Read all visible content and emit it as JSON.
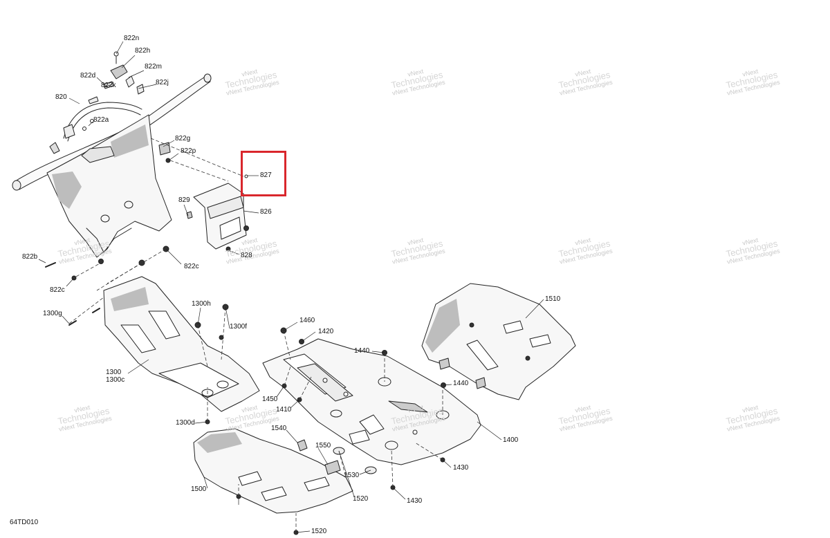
{
  "diagram": {
    "drawing_code": "64TD010",
    "highlighted_part": "827",
    "watermark": {
      "line1": "vNext",
      "line2": "Technologies",
      "line3": "vNext Technologies"
    },
    "colors": {
      "highlight": "#d9262c",
      "line": "#222222",
      "shade": "#bdbdbd"
    },
    "labels": [
      "822n",
      "822h",
      "822m",
      "822d",
      "822k",
      "822j",
      "820",
      "822a",
      "822g",
      "822p",
      "827",
      "829",
      "826",
      "828",
      "822b",
      "822c",
      "822c",
      "1300h",
      "1300f",
      "1300g",
      "1300",
      "1300c",
      "1300d",
      "1460",
      "1420",
      "1440",
      "1450",
      "1410",
      "1540",
      "1550",
      "1530",
      "1520",
      "1520",
      "1500",
      "1510",
      "1440",
      "1400",
      "1430",
      "1430"
    ]
  }
}
